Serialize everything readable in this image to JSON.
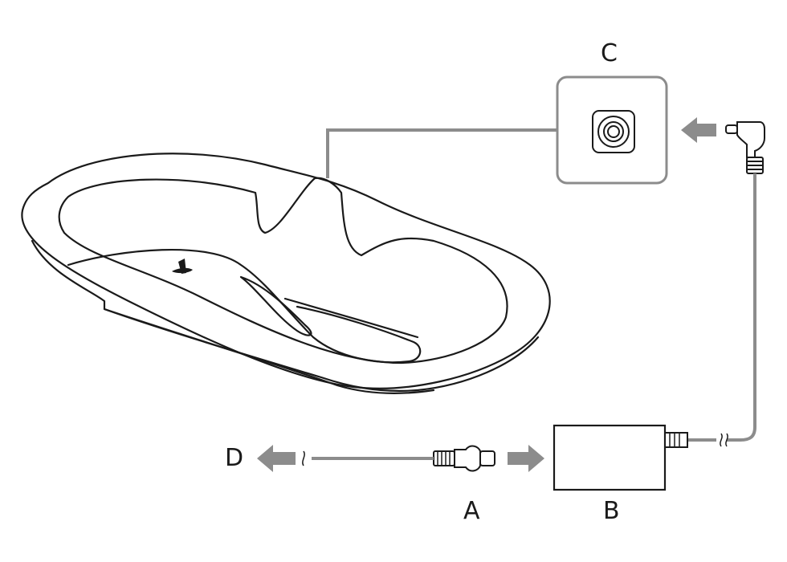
{
  "labels": {
    "a": "A",
    "b": "B",
    "c": "C",
    "d": "D"
  },
  "colors": {
    "line": "#1a1a1a",
    "cable": "#8c8c8c",
    "arrow": "#8c8c8c",
    "background": "#ffffff"
  }
}
